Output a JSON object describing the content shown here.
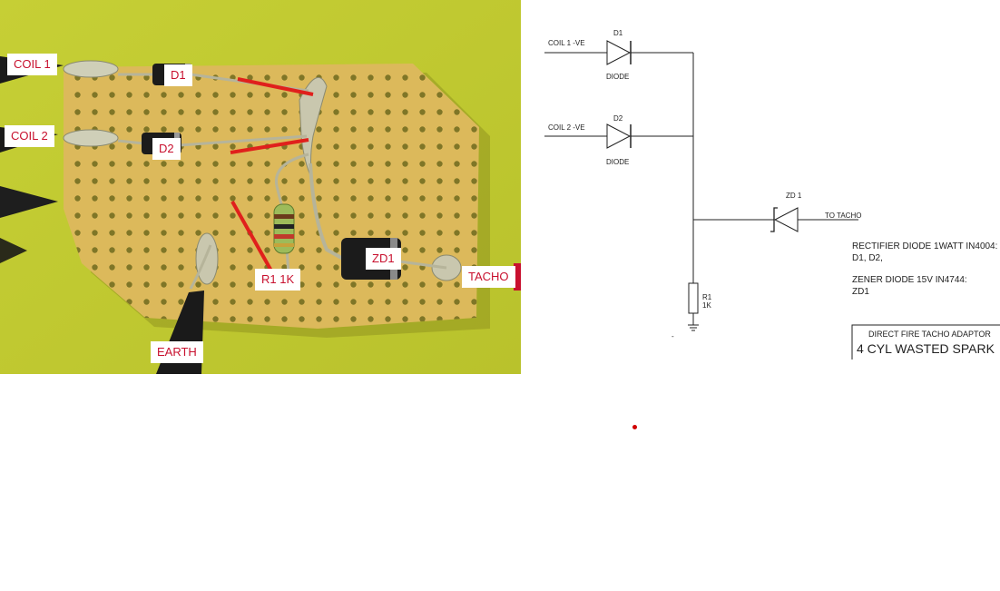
{
  "photo": {
    "labels": {
      "coil1": "COIL 1",
      "coil2": "COIL 2",
      "d1": "D1",
      "d2": "D2",
      "r1": "R1 1K",
      "zd1": "ZD1",
      "tacho": "TACHO",
      "earth": "EARTH"
    },
    "colors": {
      "background": "#c9d23a",
      "board": "#d9b85a",
      "label_text": "#c8102e",
      "annotation_line": "#e0201c"
    }
  },
  "schematic": {
    "d1": {
      "ref": "D1",
      "type": "DIODE",
      "input": "COIL 1 -VE"
    },
    "d2": {
      "ref": "D2",
      "type": "DIODE",
      "input": "COIL 2 -VE"
    },
    "zd1": {
      "ref": "ZD 1",
      "output": "TO TACHO"
    },
    "r1": {
      "ref": "R1",
      "value": "1K"
    },
    "notes": {
      "rectifier_line1": "RECTIFIER DIODE 1WATT IN4004:",
      "rectifier_line2": "D1, D2,",
      "zener_line1": "ZENER DIODE 15V IN4744:",
      "zener_line2": "ZD1"
    },
    "title_block": {
      "subtitle": "DIRECT FIRE TACHO ADAPTOR",
      "title": "4 CYL WASTED SPARK"
    },
    "stray_mark": "-",
    "colors": {
      "line": "#222222",
      "dot": "#d00000"
    }
  }
}
